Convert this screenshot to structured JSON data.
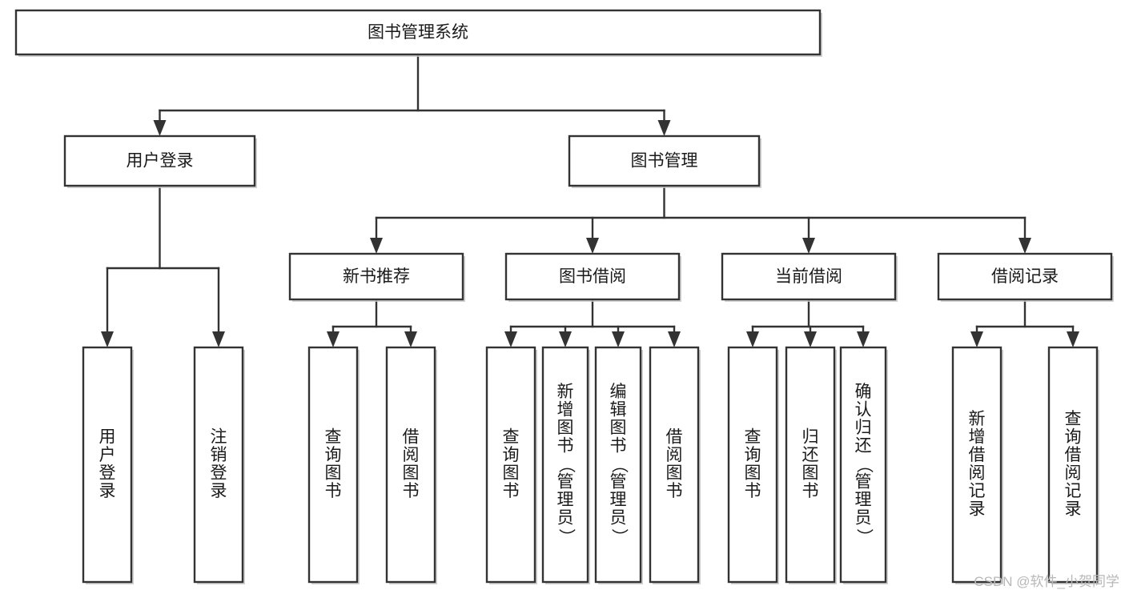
{
  "diagram": {
    "type": "tree",
    "title_node": "图书管理系统",
    "orientation": "top-down",
    "root": {
      "id": "root",
      "label": "图书管理系统",
      "label_orientation": "horizontal"
    },
    "level1": [
      {
        "id": "user-login",
        "label": "用户登录",
        "label_orientation": "horizontal"
      },
      {
        "id": "book-manage",
        "label": "图书管理",
        "label_orientation": "horizontal"
      }
    ],
    "level2": [
      {
        "id": "new-book-recommend",
        "label": "新书推荐",
        "parent": "book-manage",
        "label_orientation": "horizontal"
      },
      {
        "id": "book-borrow",
        "label": "图书借阅",
        "parent": "book-manage",
        "label_orientation": "horizontal"
      },
      {
        "id": "current-borrow",
        "label": "当前借阅",
        "parent": "book-manage",
        "label_orientation": "horizontal"
      },
      {
        "id": "borrow-record",
        "label": "借阅记录",
        "parent": "book-manage",
        "label_orientation": "horizontal"
      }
    ],
    "leaves": [
      {
        "id": "leaf-user-login",
        "label": "用户登录",
        "parent": "user-login",
        "label_orientation": "vertical"
      },
      {
        "id": "leaf-logout",
        "label": "注销登录",
        "parent": "user-login",
        "label_orientation": "vertical"
      },
      {
        "id": "leaf-query-book-1",
        "label": "查询图书",
        "parent": "new-book-recommend",
        "label_orientation": "vertical"
      },
      {
        "id": "leaf-borrow-book-1",
        "label": "借阅图书",
        "parent": "new-book-recommend",
        "label_orientation": "vertical"
      },
      {
        "id": "leaf-query-book-2",
        "label": "查询图书",
        "parent": "book-borrow",
        "label_orientation": "vertical"
      },
      {
        "id": "leaf-add-book",
        "label": "新增图书（管理员）",
        "parent": "book-borrow",
        "label_orientation": "vertical"
      },
      {
        "id": "leaf-edit-book",
        "label": "编辑图书（管理员）",
        "parent": "book-borrow",
        "label_orientation": "vertical"
      },
      {
        "id": "leaf-borrow-book-2",
        "label": "借阅图书",
        "parent": "book-borrow",
        "label_orientation": "vertical"
      },
      {
        "id": "leaf-query-book-3",
        "label": "查询图书",
        "parent": "current-borrow",
        "label_orientation": "vertical"
      },
      {
        "id": "leaf-return-book",
        "label": "归还图书",
        "parent": "current-borrow",
        "label_orientation": "vertical"
      },
      {
        "id": "leaf-confirm-return",
        "label": "确认归还（管理员）",
        "parent": "current-borrow",
        "label_orientation": "vertical"
      },
      {
        "id": "leaf-add-record",
        "label": "新增借阅记录",
        "parent": "borrow-record",
        "label_orientation": "vertical"
      },
      {
        "id": "leaf-query-record",
        "label": "查询借阅记录",
        "parent": "borrow-record",
        "label_orientation": "vertical"
      }
    ]
  },
  "watermark": {
    "text": "CSDN @软件_小贺同学"
  },
  "colors": {
    "box_stroke": "#333333",
    "box_fill": "#ffffff",
    "text": "#1a1a1a",
    "connector": "#333333",
    "shadow": "#c8c8c8",
    "watermark": "#b8b8b8",
    "background": "#ffffff"
  }
}
